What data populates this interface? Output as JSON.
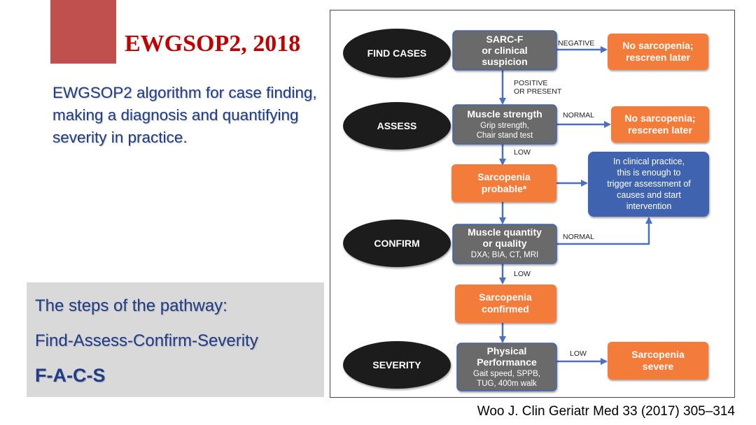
{
  "slide": {
    "title": "EWGSOP2, 2018",
    "description": "EWGSOP2 algorithm for case finding, making a diagnosis and quantifying severity in practice.",
    "steps_line1": "The steps of the pathway:",
    "steps_line2": "Find-Assess-Confirm-Severity",
    "steps_line3": "F-A-C-S",
    "citation": "Woo J. Clin Geriatr Med 33 (2017) 305–314",
    "accent_color": "#c0504d",
    "title_color": "#c00000",
    "text_color": "#1f3c88"
  },
  "flowchart": {
    "stages": {
      "find": "FIND CASES",
      "assess": "ASSESS",
      "confirm": "CONFIRM",
      "severity": "SEVERITY"
    },
    "sarcf": [
      "SARC-F",
      "or clinical",
      "suspicion"
    ],
    "muscle_strength": {
      "title": "Muscle strength",
      "sub": [
        "Grip strength,",
        "Chair stand test"
      ]
    },
    "probable": [
      "Sarcopenia",
      "probable*"
    ],
    "muscle_quantity": {
      "title": [
        "Muscle quantity",
        "or quality"
      ],
      "sub": "DXA; BIA, CT, MRI"
    },
    "confirmed": [
      "Sarcopenia",
      "confirmed"
    ],
    "physical": {
      "title": [
        "Physical",
        "Performance"
      ],
      "sub": [
        "Gait speed, SPPB,",
        "TUG, 400m walk"
      ]
    },
    "no_sarc_1": [
      "No sarcopenia;",
      "rescreen later"
    ],
    "no_sarc_2": [
      "No sarcopenia;",
      "rescreen later"
    ],
    "clinical_note": [
      "In clinical practice,",
      "this is enough to",
      "trigger assessment of",
      "causes and start",
      "intervention"
    ],
    "severe": [
      "Sarcopenia",
      "severe"
    ],
    "labels": {
      "negative": "NEGATIVE",
      "positive": [
        "POSITIVE",
        "OR PRESENT"
      ],
      "normal_1": "NORMAL",
      "low_1": "LOW",
      "normal_2": "NORMAL",
      "low_2": "LOW",
      "low_3": "LOW"
    },
    "colors": {
      "stage_fill": "#1f1f1f",
      "gray_fill": "#6b6b6b",
      "orange_fill": "#f47b3b",
      "blue_fill": "#3f63b0",
      "arrow": "#4a6fc4"
    }
  }
}
